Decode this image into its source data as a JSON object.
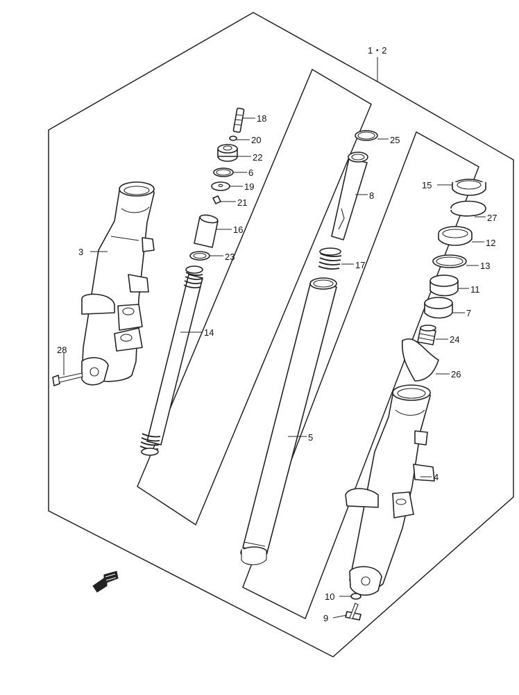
{
  "labels": {
    "p1_2": "1・2",
    "p3": "3",
    "p4": "4",
    "p5": "5",
    "p6": "6",
    "p7": "7",
    "p8": "8",
    "p9": "9",
    "p10": "10",
    "p11": "11",
    "p12": "12",
    "p13": "13",
    "p14": "14",
    "p15": "15",
    "p16": "16",
    "p17": "17",
    "p18": "18",
    "p19": "19",
    "p20": "20",
    "p21": "21",
    "p22": "22",
    "p23": "23",
    "p24": "24",
    "p25": "25",
    "p26": "26",
    "p27": "27",
    "p28": "28"
  },
  "icons": {
    "direction_arrow": "front-direction-arrow-icon"
  }
}
